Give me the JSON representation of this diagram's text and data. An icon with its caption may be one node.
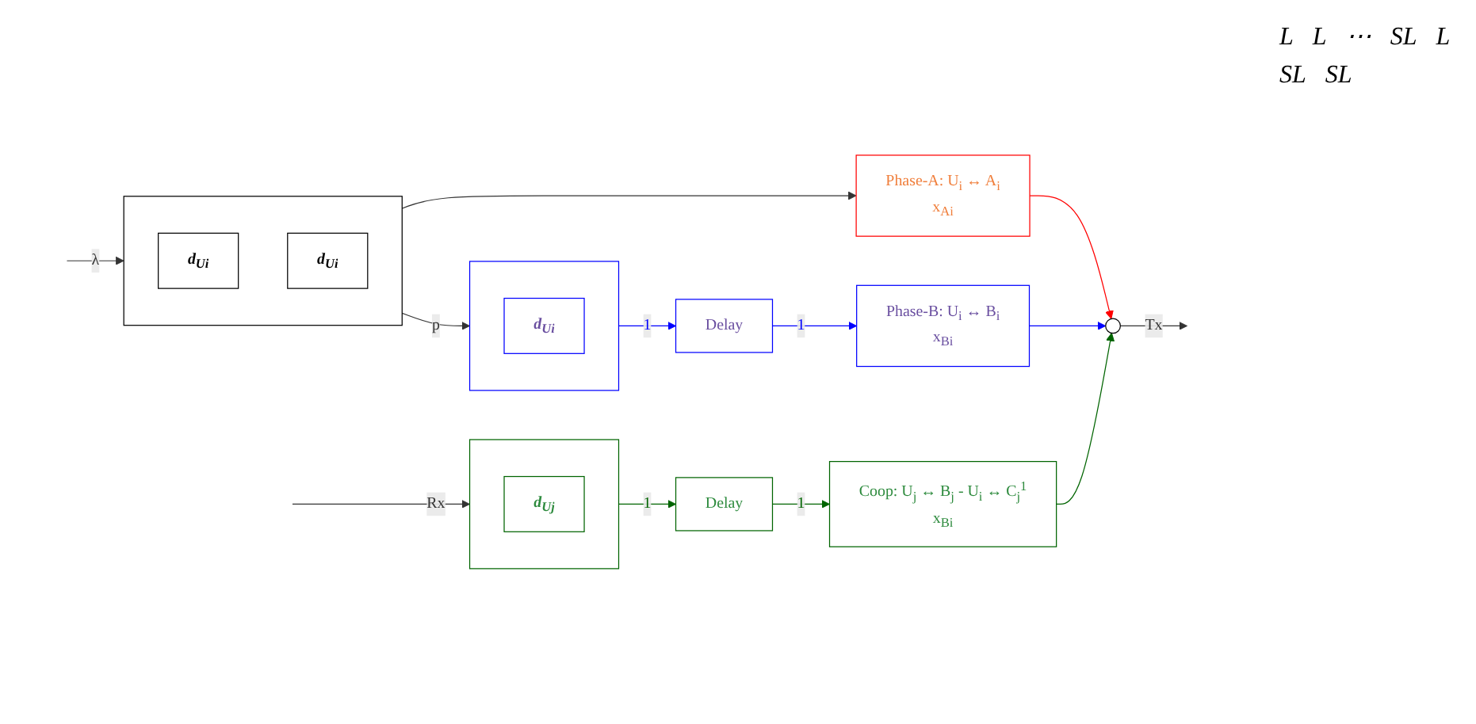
{
  "diagram": {
    "nodes": [
      {
        "text": [],
        "shape": "box"
      },
      {
        "text": [
          "d$_{Ui}$"
        ],
        "in": 0
      },
      {
        "text": [
          "d$_{Ui}$"
        ],
        "in": 0
      },
      {
        "text": [
          "Phase-A: U$_{i}$ ↔ A$_{i}$",
          "x$_{Ai}$"
        ]
      },
      {
        "text": [],
        "shape": "box"
      },
      {
        "text": [
          "d$_{Ui}$"
        ],
        "in": 4
      },
      {
        "text": [
          "Delay"
        ]
      },
      {
        "text": [
          "Phase-B: U$_{i}$ ↔ B$_{i}$",
          "x$_{Bi}$"
        ]
      },
      {
        "text": [],
        "shape": "circle"
      },
      {
        "text": [],
        "shape": "box"
      },
      {
        "text": [
          "d$_{Uj}$"
        ],
        "in": 9
      },
      {
        "text": [
          "Delay"
        ]
      },
      {
        "text": [
          "Coop: U$_{j}$ ↔ B$_{j}$ - U$_{i}$ ↔ C$_{j}$$^{1}$",
          "x$_{Bi}$"
        ]
      }
    ],
    "edges": [
      {
        "from": null,
        "to": 0,
        "arrow": "to",
        "label": "λ"
      },
      {
        "from": 0,
        "to": 3,
        "arrow": "to"
      },
      {
        "from": 0,
        "to": 4,
        "arrow": "to",
        "label": "p"
      },
      {
        "from": 4,
        "to": 6,
        "arrow": "to",
        "label": "1",
        "color": "#0000ff"
      },
      {
        "from": 6,
        "to": 7,
        "arrow": "to",
        "label": "1",
        "color": "#0000ff"
      },
      {
        "from": null,
        "to": 9,
        "arrow": "to",
        "label": "Rx"
      },
      {
        "from": 9,
        "to": 11,
        "arrow": "to",
        "label": "1",
        "color": "#006400"
      },
      {
        "from": 11,
        "to": 12,
        "arrow": "to",
        "label": "1",
        "color": "#006400"
      },
      {
        "from": 3,
        "to": 8,
        "arrow": "to",
        "color": "#ff0000"
      },
      {
        "from": 7,
        "to": 8,
        "arrow": "to",
        "color": "#0000ff"
      },
      {
        "from": 12,
        "to": 8,
        "arrow": "to",
        "color": "#006400"
      },
      {
        "from": 8,
        "to": null,
        "arrow": "to",
        "label": "Tx"
      }
    ],
    "labels": [
      "L",
      "L",
      "⋯",
      "SL",
      "L",
      "SL",
      "SL"
    ]
  }
}
